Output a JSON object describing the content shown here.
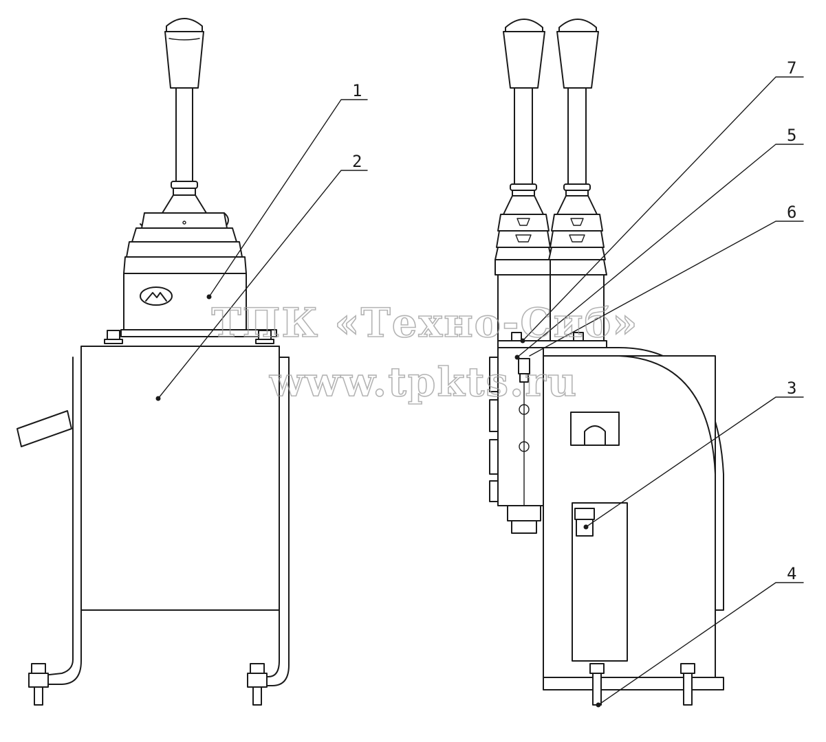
{
  "watermark": {
    "line1": "ТПК «Техно-Сиб»",
    "line2": "www.tpkts.ru"
  },
  "callouts": [
    {
      "id": "1",
      "label": "1"
    },
    {
      "id": "2",
      "label": "2"
    },
    {
      "id": "3",
      "label": "3"
    },
    {
      "id": "4",
      "label": "4"
    },
    {
      "id": "5",
      "label": "5"
    },
    {
      "id": "6",
      "label": "6"
    },
    {
      "id": "7",
      "label": "7"
    }
  ],
  "icons": {
    "left_box_logo": "manufacturer-logo-icon"
  }
}
